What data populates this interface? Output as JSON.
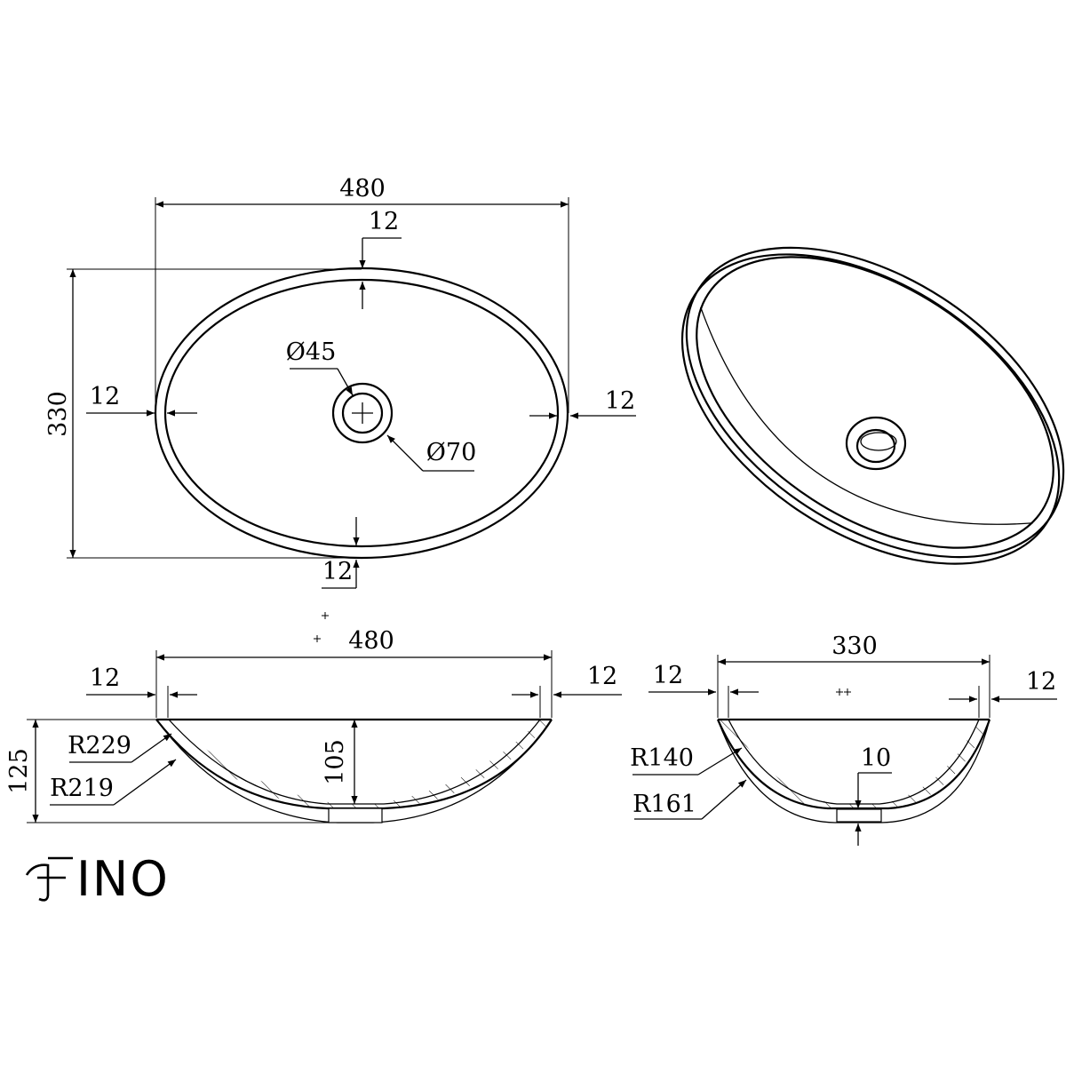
{
  "product": {
    "name": "FINO",
    "logo_glyph": "F"
  },
  "top_view": {
    "length": "480",
    "width": "330",
    "rim_top": "12",
    "rim_bottom": "12",
    "rim_left": "12",
    "rim_right": "12",
    "drain_inner": "Ø45",
    "drain_outer": "Ø70"
  },
  "side_long": {
    "length": "480",
    "rim_left": "12",
    "rim_right": "12",
    "height_total": "125",
    "inner_depth": "105",
    "radius_outer": "R229",
    "radius_inner": "R219"
  },
  "side_short": {
    "width": "330",
    "rim_left": "12",
    "rim_right": "12",
    "bottom_thickness": "10",
    "radius_inner": "R140",
    "radius_outer": "R161"
  }
}
